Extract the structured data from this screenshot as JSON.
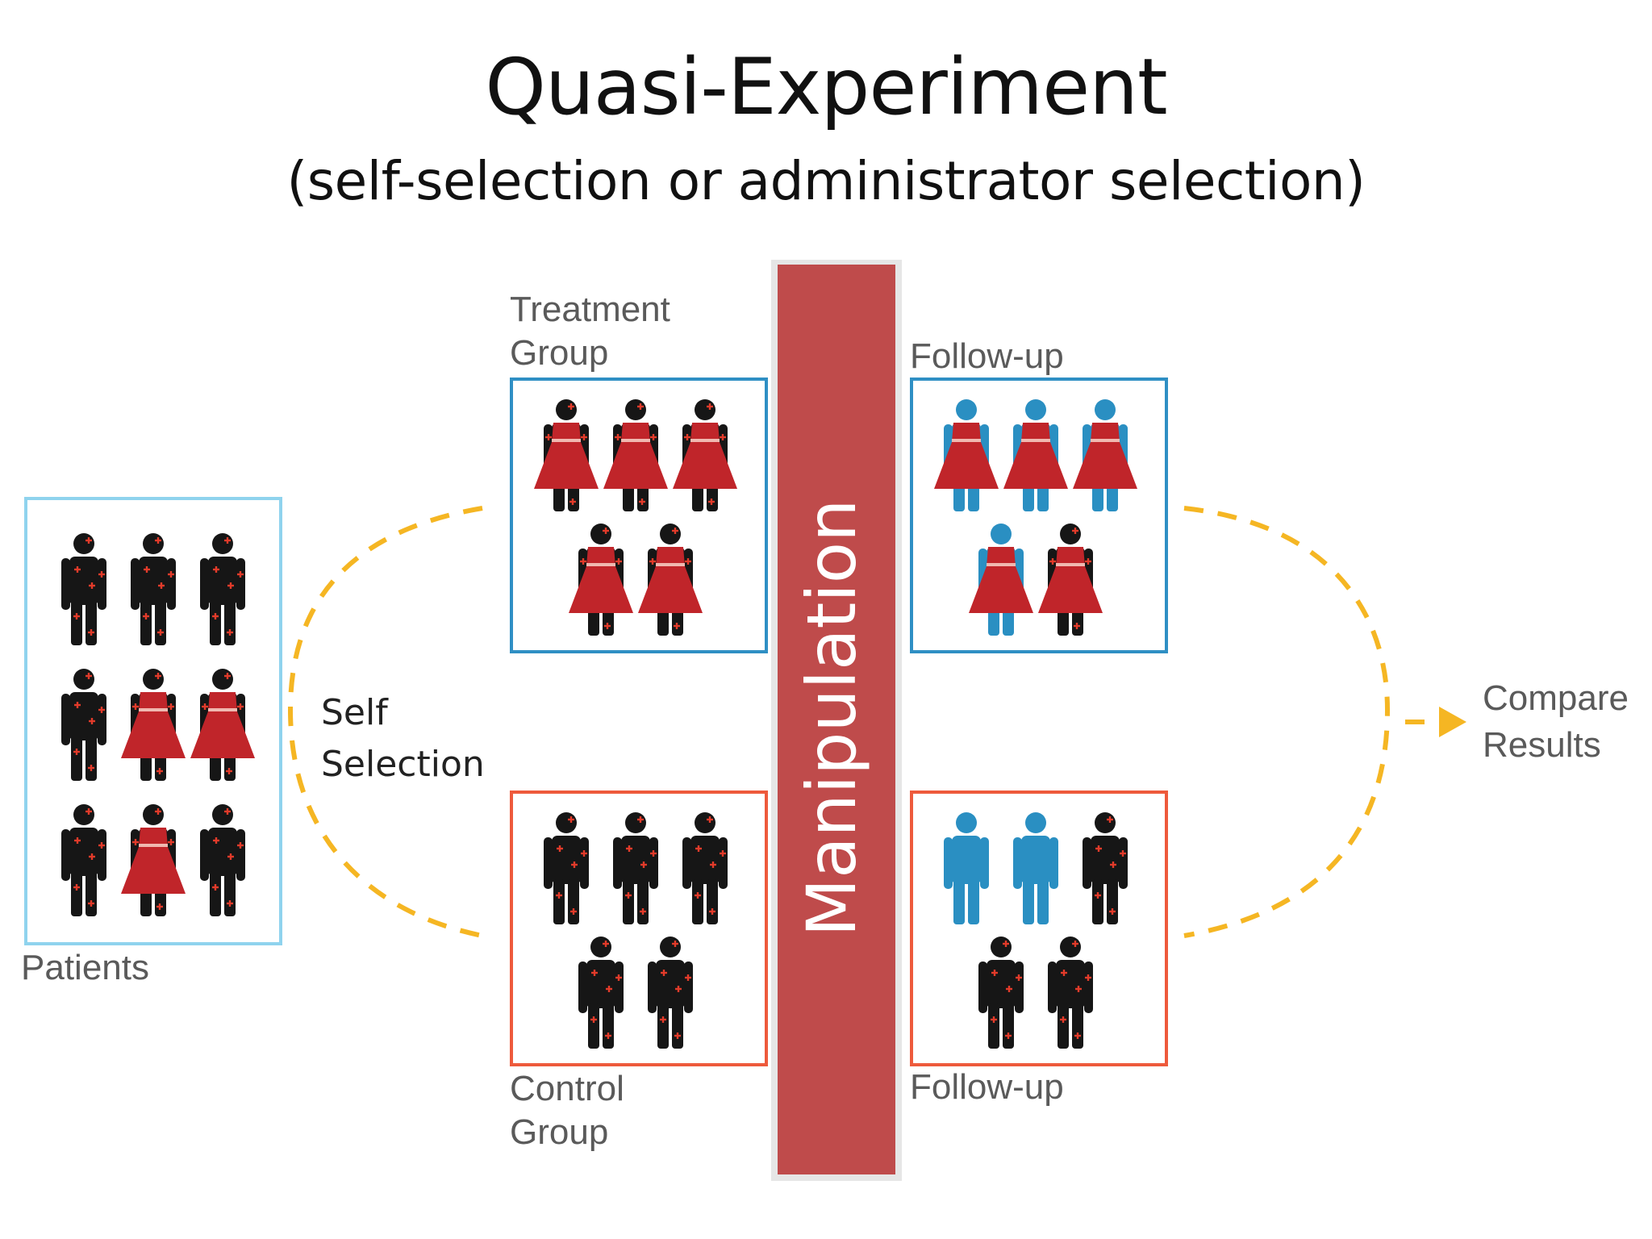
{
  "title": "Quasi-Experiment",
  "subtitle": "(self-selection or administrator selection)",
  "patients": {
    "label": "Patients",
    "rows": [
      [
        "man",
        "man",
        "man"
      ],
      [
        "man",
        "woman",
        "woman"
      ],
      [
        "man",
        "woman",
        "man"
      ]
    ]
  },
  "self_selection": {
    "line1": "Self",
    "line2": "Selection"
  },
  "treatment_group": {
    "line1": "Treatment",
    "line2": "Group",
    "people": [
      "woman",
      "woman",
      "woman",
      "woman",
      "woman"
    ]
  },
  "control_group": {
    "line1": "Control",
    "line2": "Group",
    "people": [
      "man",
      "man",
      "man",
      "man",
      "man"
    ]
  },
  "manipulation": {
    "label": "Manipulation"
  },
  "followup_treatment": {
    "label": "Follow-up",
    "people": [
      {
        "type": "woman",
        "healthy": true
      },
      {
        "type": "woman",
        "healthy": true
      },
      {
        "type": "woman",
        "healthy": true
      },
      {
        "type": "woman",
        "healthy": true
      },
      {
        "type": "woman",
        "healthy": false
      }
    ]
  },
  "followup_control": {
    "label": "Follow-up",
    "people": [
      {
        "type": "man",
        "healthy": true
      },
      {
        "type": "man",
        "healthy": true
      },
      {
        "type": "man",
        "healthy": false
      },
      {
        "type": "man",
        "healthy": false
      },
      {
        "type": "man",
        "healthy": false
      }
    ]
  },
  "compare": {
    "line1": "Compare",
    "line2": "Results"
  },
  "colors": {
    "patients_border": "#8fd3ee",
    "treatment_border": "#2f8fc4",
    "control_border": "#ee5a3c",
    "manipulation_fill": "#bf4b4b",
    "dashed_arrow": "#f5b623",
    "sick_figure": "#161616",
    "healthy_figure": "#2a8fc2",
    "dress": "#c0252a",
    "sick_mark": "#e23b2a"
  }
}
